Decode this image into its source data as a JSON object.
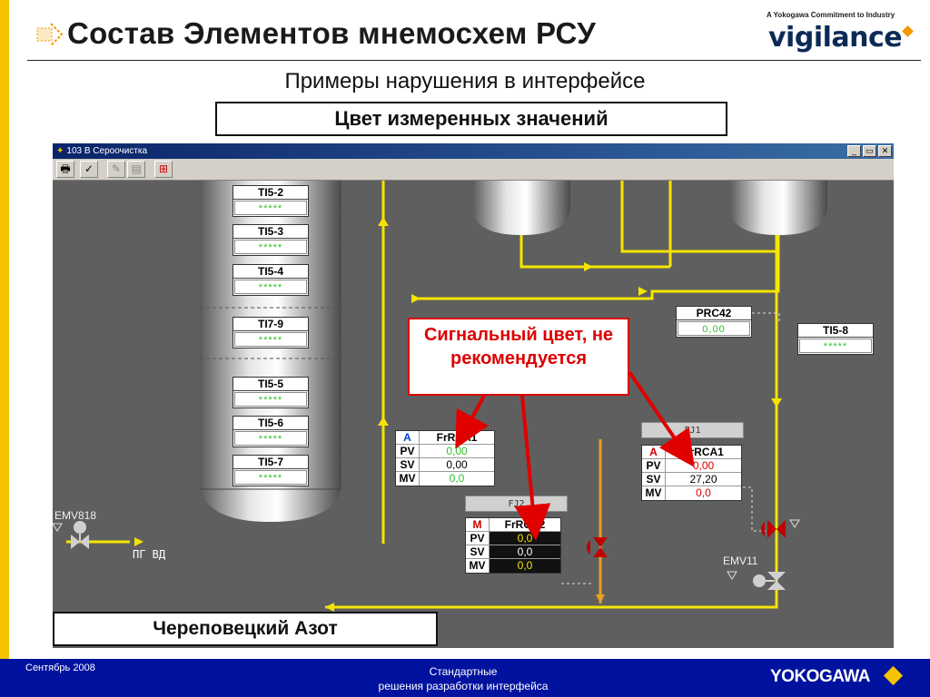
{
  "slide": {
    "title": "Состав Элементов мнемосхем РСУ",
    "subtitle": "Примеры нарушения в интерфейсе",
    "section": "Цвет измеренных значений",
    "brand_tagline": "A Yokogawa Commitment to Industry",
    "brand_word": "vigilance",
    "callout": "Сигнальный цвет, не рекомендуется",
    "caption": "Череповецкий Азот"
  },
  "app": {
    "window_title": "103 В Сероочистка",
    "tank_tags": [
      {
        "name": "TI5-2",
        "value": "*****"
      },
      {
        "name": "TI5-3",
        "value": "*****"
      },
      {
        "name": "TI5-4",
        "value": "*****"
      },
      {
        "name": "TI7-9",
        "value": "*****"
      },
      {
        "name": "TI5-5",
        "value": "*****"
      },
      {
        "name": "TI5-6",
        "value": "*****"
      },
      {
        "name": "TI5-7",
        "value": "*****"
      }
    ],
    "prc42": {
      "name": "PRC42",
      "value": "0,00"
    },
    "ti58": {
      "name": "TI5-8",
      "value": "*****"
    },
    "frca1_left": {
      "mode": "A",
      "name": "FrRCA1",
      "pv": "0,00",
      "sv": "0,00",
      "mv": "0,0"
    },
    "frca2": {
      "group": "FJ2",
      "mode": "M",
      "name": "FrRCA2",
      "pv": "0,0",
      "sv": "0,0",
      "mv": "0,0"
    },
    "frca1_right": {
      "group": "FJ1",
      "mode": "A",
      "name": "FrRCA1",
      "pv": "0,00",
      "sv": "27,20",
      "mv": "0,0"
    },
    "labels": {
      "pv": "PV",
      "sv": "SV",
      "mv": "MV",
      "emv818": "EMV818",
      "emv11": "EMV11",
      "pgvd": "ПГ ВД"
    }
  },
  "footer": {
    "date": "Сентябрь 2008",
    "line1": "Стандартные",
    "line2": "решения разработки интерфейса",
    "brand": "YOKOGAWA"
  },
  "colors": {
    "alarm": "#dd0000",
    "normal_value": "#2ec22e",
    "pipe": "#f5e400",
    "footer": "#00129e"
  }
}
